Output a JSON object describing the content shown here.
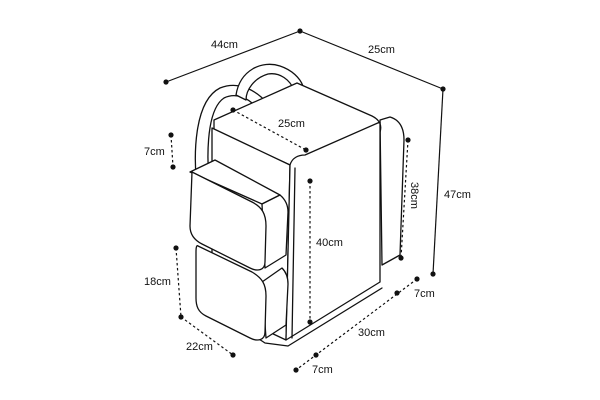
{
  "dimensions": {
    "total_width": "44cm",
    "total_depth": "25cm",
    "total_height": "47cm",
    "top_depth": "25cm",
    "side_pocket_depth_top": "7cm",
    "side_height": "38cm",
    "body_height": "40cm",
    "pocket_height": "18cm",
    "pocket_width": "22cm",
    "right_offset": "7cm",
    "body_width": "30cm",
    "bottom_offset": "7cm"
  }
}
